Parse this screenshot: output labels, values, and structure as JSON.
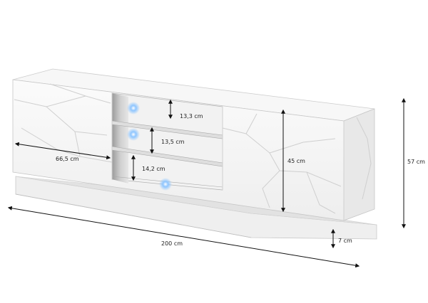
{
  "dimensions": {
    "door_width": "66,5 cm",
    "shelf_top_gap": "13,3 cm",
    "shelf_mid_gap": "13,5 cm",
    "shelf_bottom_gap": "14,2 cm",
    "door_height": "45 cm",
    "total_height": "57 cm",
    "plinth_height": "7 cm",
    "total_width": "200 cm"
  },
  "colors": {
    "body": "#f4f4f4",
    "edge": "#d2d2d2",
    "shadow": "#c8c8c8",
    "led": "#6fb4ff",
    "arrow": "#111111"
  }
}
